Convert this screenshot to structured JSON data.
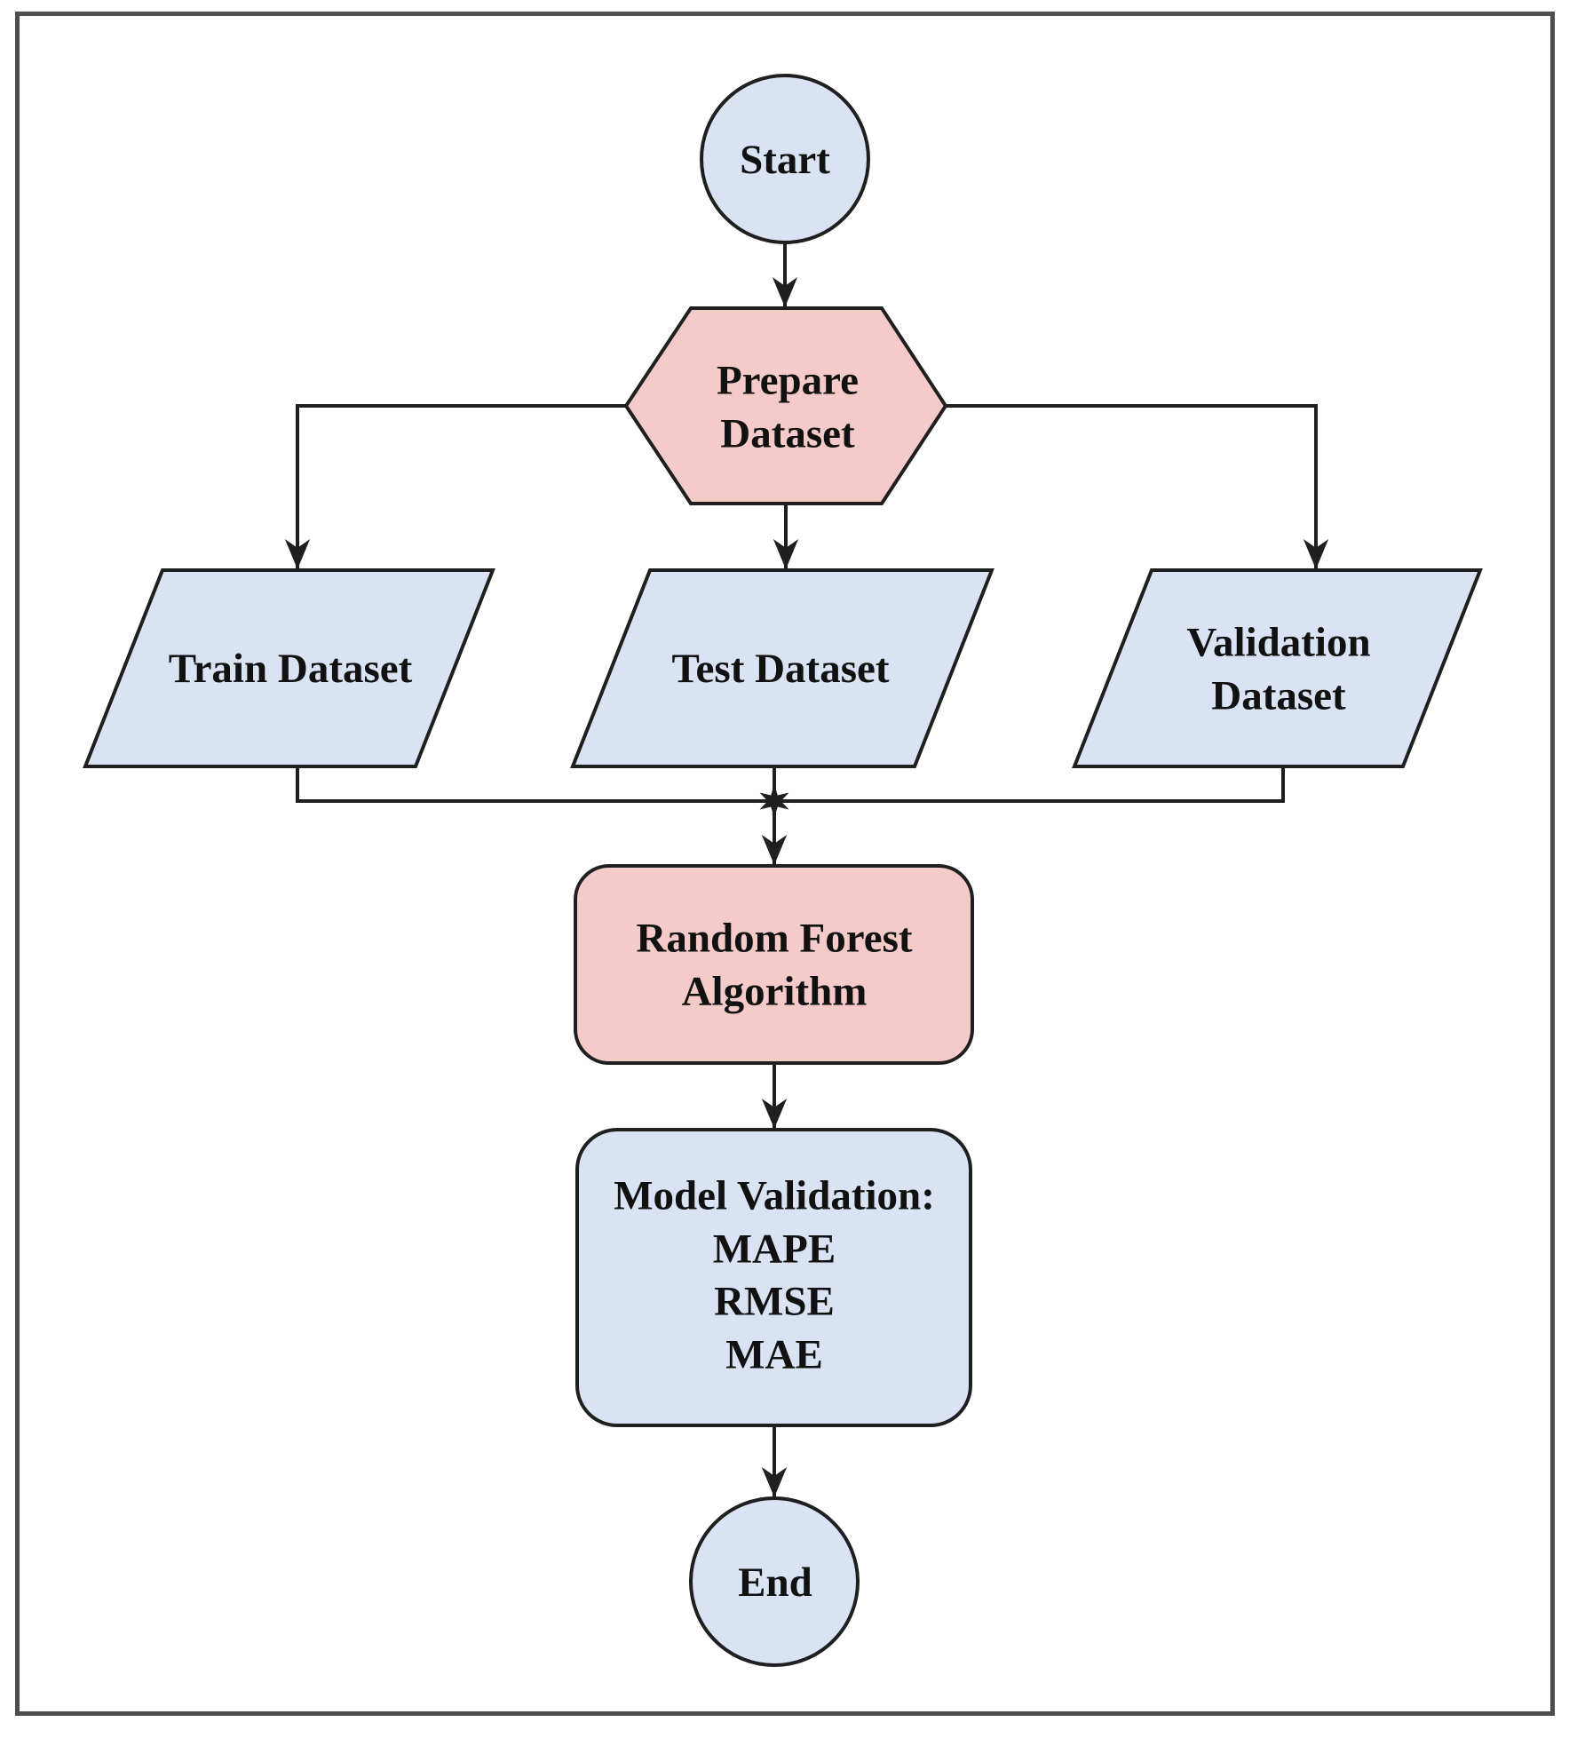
{
  "diagram": {
    "type": "flowchart",
    "direction": "top-down",
    "colors": {
      "node_blue": "#dae3f3",
      "node_pink": "#f5cbca",
      "stroke": "#1f1f1f",
      "edge": "#1f1f1f",
      "text": "#111111",
      "frame": "#4d4d4d",
      "background": "#ffffff"
    },
    "nodes": [
      {
        "id": "start",
        "shape": "circle",
        "label": "Start",
        "fill": "#dae3f3"
      },
      {
        "id": "prepare-dataset",
        "shape": "hexagon",
        "label": "Prepare\nDataset",
        "fill": "#f5cbca"
      },
      {
        "id": "train-dataset",
        "shape": "parallelogram",
        "label": "Train Dataset",
        "fill": "#dae3f3"
      },
      {
        "id": "test-dataset",
        "shape": "parallelogram",
        "label": "Test Dataset",
        "fill": "#dae3f3"
      },
      {
        "id": "validation-dataset",
        "shape": "parallelogram",
        "label": "Validation\nDataset",
        "fill": "#dae3f3"
      },
      {
        "id": "random-forest-algorithm",
        "shape": "rounded-rectangle",
        "label": "Random Forest\nAlgorithm",
        "fill": "#f5cbca"
      },
      {
        "id": "model-validation",
        "shape": "rounded-rectangle",
        "label": "Model Validation:\nMAPE\nRMSE\nMAE",
        "fill": "#dae3f3"
      },
      {
        "id": "end",
        "shape": "circle",
        "label": "End",
        "fill": "#dae3f3"
      }
    ],
    "edges": [
      {
        "from": "start",
        "to": "prepare-dataset"
      },
      {
        "from": "prepare-dataset",
        "to": "train-dataset"
      },
      {
        "from": "prepare-dataset",
        "to": "test-dataset"
      },
      {
        "from": "prepare-dataset",
        "to": "validation-dataset"
      },
      {
        "from": "train-dataset",
        "to": "random-forest-algorithm"
      },
      {
        "from": "test-dataset",
        "to": "random-forest-algorithm"
      },
      {
        "from": "validation-dataset",
        "to": "random-forest-algorithm"
      },
      {
        "from": "random-forest-algorithm",
        "to": "model-validation"
      },
      {
        "from": "model-validation",
        "to": "end"
      }
    ]
  }
}
